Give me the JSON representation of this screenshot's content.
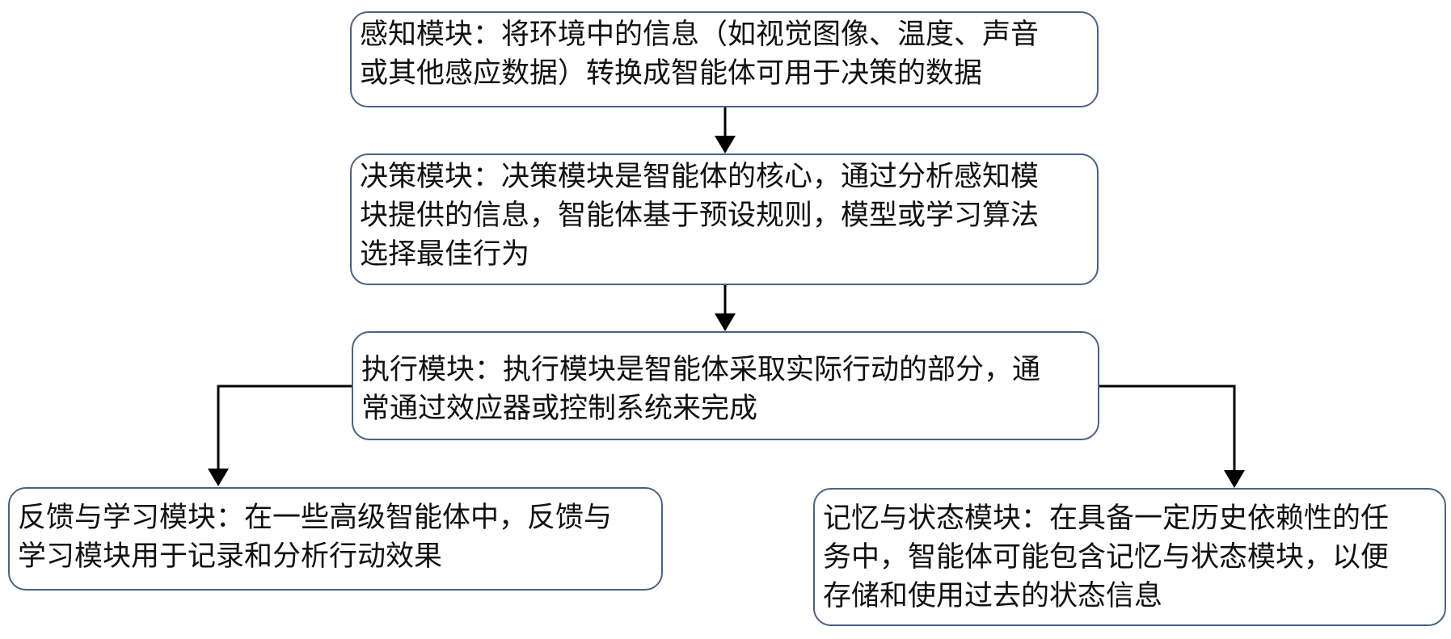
{
  "diagram": {
    "boxes": {
      "perception": {
        "lines": [
          "感知模块：将环境中的信息（如视觉图像、温度、声音",
          "或其他感应数据）转换成智能体可用于决策的数据"
        ]
      },
      "decision": {
        "lines": [
          "决策模块：决策模块是智能体的核心，通过分析感知模",
          "块提供的信息，智能体基于预设规则，模型或学习算法",
          "选择最佳行为"
        ]
      },
      "execution": {
        "lines": [
          "执行模块：执行模块是智能体采取实际行动的部分，通",
          "常通过效应器或控制系统来完成"
        ]
      },
      "feedback": {
        "lines": [
          "反馈与学习模块：在一些高级智能体中，反馈与",
          "学习模块用于记录和分析行动效果"
        ]
      },
      "memory": {
        "lines": [
          "记忆与状态模块：在具备一定历史依赖性的任",
          "务中，智能体可能包含记忆与状态模块，以便",
          "存储和使用过去的状态信息"
        ]
      }
    },
    "colors": {
      "box_border": "#4a6286",
      "arrow": "#000000",
      "text": "#111111"
    }
  }
}
